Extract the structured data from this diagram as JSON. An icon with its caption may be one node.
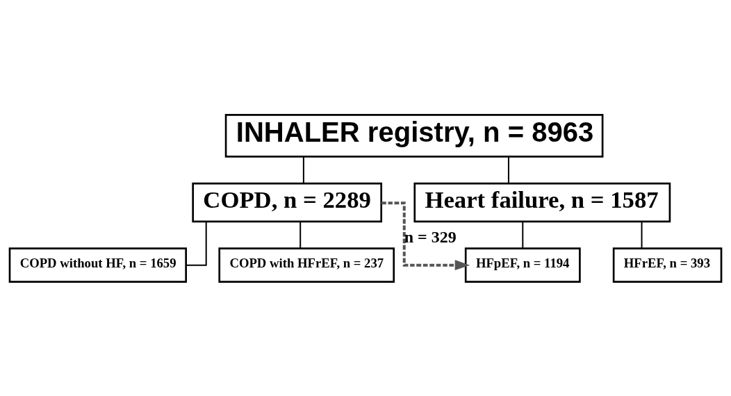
{
  "diagram": {
    "nodes": [
      {
        "text": [
          "INHALER registry, n = 8963"
        ]
      },
      {
        "text": [
          "COPD, n = 2289"
        ]
      },
      {
        "text": [
          "Heart failure, n = 1587"
        ]
      },
      {
        "text": [
          "COPD without HF, n = 1659"
        ]
      },
      {
        "text": [
          "COPD with HFrEF, n = 237"
        ]
      },
      {
        "text": [
          "HFpEF, n = 1194"
        ]
      },
      {
        "text": [
          "HFrEF, n = 393"
        ]
      }
    ],
    "edges": [
      {
        "from": 0,
        "to": 1,
        "arrow": "none"
      },
      {
        "from": 0,
        "to": 2,
        "arrow": "none"
      },
      {
        "from": 1,
        "to": 3,
        "arrow": "none"
      },
      {
        "from": 1,
        "to": 4,
        "arrow": "none"
      },
      {
        "from": 1,
        "to": 5,
        "arrow": "to",
        "label": "n = 329",
        "style": "dashed",
        "color": "#555555"
      },
      {
        "from": 2,
        "to": 5,
        "arrow": "none"
      },
      {
        "from": 2,
        "to": 6,
        "arrow": "none"
      }
    ]
  }
}
